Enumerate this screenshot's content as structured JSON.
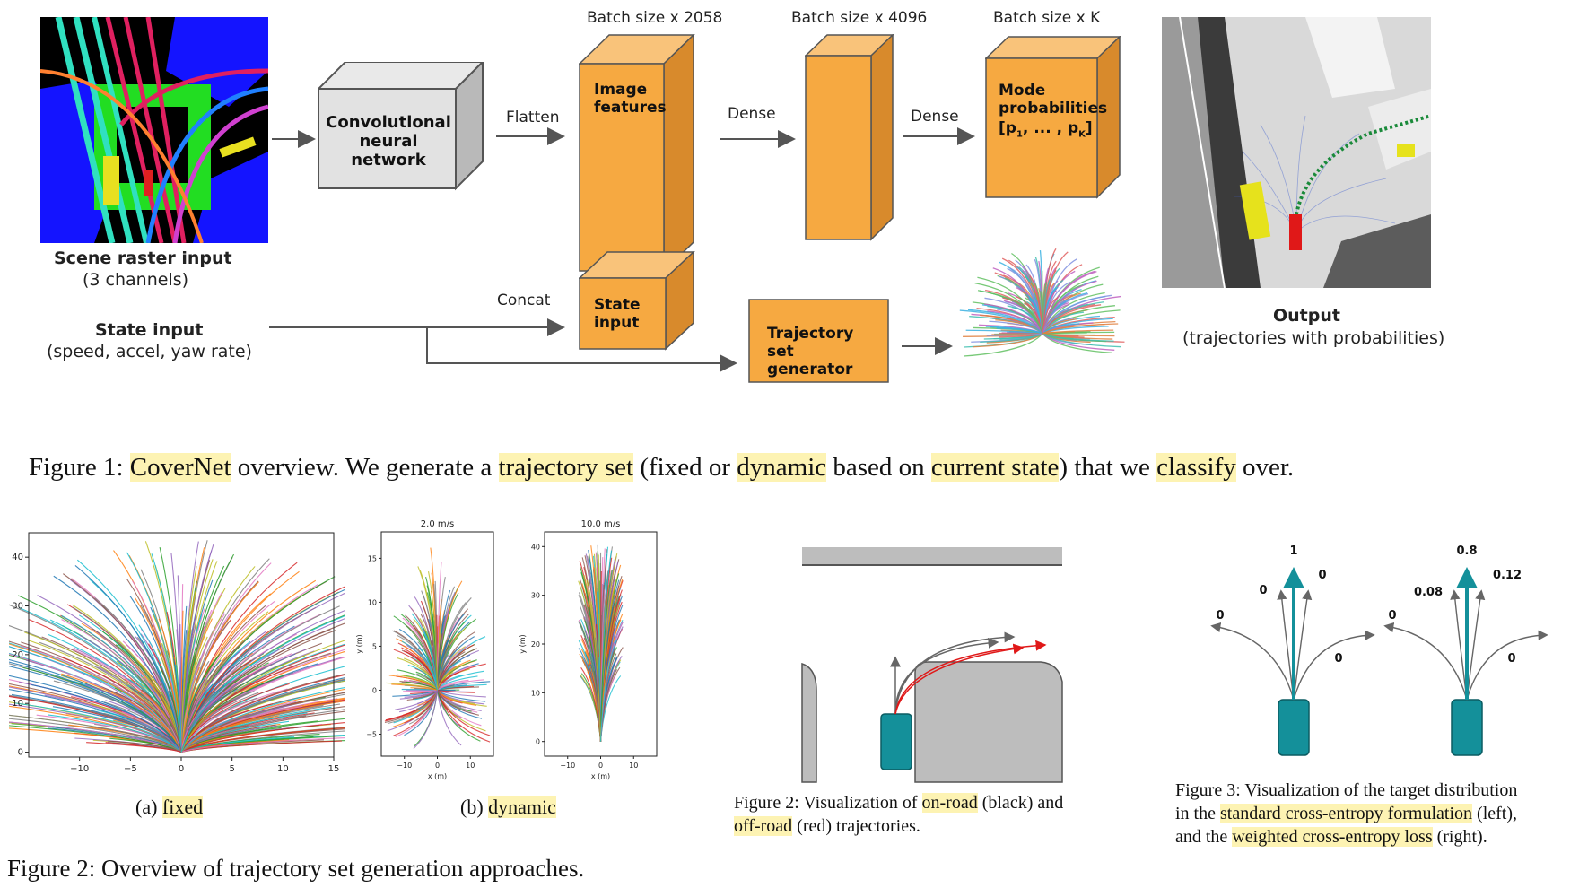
{
  "figure1": {
    "scene_label": "Scene raster input",
    "scene_sub": "(3 channels)",
    "state_label": "State input",
    "state_sub": "(speed, accel, yaw rate)",
    "cnn_label": "Convolutional neural network",
    "flatten": "Flatten",
    "concat": "Concat",
    "dense1": "Dense",
    "dense2": "Dense",
    "batch1": "Batch size x 2058",
    "batch2": "Batch size x 4096",
    "batch3": "Batch size x K",
    "image_features": "Image features",
    "state_input_box": "State input",
    "mode_prob": "Mode probabilities",
    "mode_formula": "[p",
    "mode_formula_1": "1",
    "mode_formula_mid": ", ... , p",
    "mode_formula_k": "K",
    "mode_formula_end": "]",
    "traj_gen": "Trajectory set generator",
    "output_label": "Output",
    "output_sub": "(trajectories with probabilities)",
    "caption": {
      "prefix": "Figure 1: ",
      "w1": "CoverNet",
      "t1": " overview.  We generate a ",
      "w2": "trajectory set",
      "t2": " (fixed or ",
      "w3": "dynamic",
      "t3": " based on ",
      "w4": "current state",
      "t4": ") that we ",
      "w5": "classify",
      "t5": " over."
    }
  },
  "fig2a": {
    "caption_prefix": "(a) ",
    "caption_word": "fixed",
    "xticks": [
      "−10",
      "−5",
      "0",
      "5",
      "10",
      "15"
    ],
    "yticks": [
      "0",
      "10",
      "20",
      "30",
      "40"
    ]
  },
  "fig2b": {
    "caption_prefix": "(b) ",
    "caption_word": "dynamic",
    "left_title": "2.0 m/s",
    "right_title": "10.0 m/s",
    "left_xticks": [
      "−10",
      "0",
      "10"
    ],
    "left_yticks": [
      "−5",
      "0",
      "5",
      "10",
      "15"
    ],
    "right_xticks": [
      "−10",
      "0",
      "10"
    ],
    "right_yticks": [
      "0",
      "10",
      "20",
      "30",
      "40"
    ],
    "xlabel": "x (m)",
    "ylabel": "y (m)"
  },
  "figure2_caption": "Figure 2: Overview of trajectory set generation approaches.",
  "fig2_right": {
    "t1": "Figure 2: Visualization of ",
    "w1": "on-road",
    "t2": " (black) and",
    "w2": "off-road",
    "t3": " (red) trajectories."
  },
  "fig3": {
    "left_labels": [
      "1",
      "0",
      "0",
      "0",
      "0"
    ],
    "right_labels": [
      "0.8",
      "0.08",
      "0.12",
      "0",
      "0"
    ],
    "t1": "Figure 3: Visualization of the target distribution",
    "t2": "in the ",
    "w1": "standard cross-entropy formulation",
    "t3": " (left),",
    "t4": "and the ",
    "w2": "weighted cross-entropy loss",
    "t5": " (right)."
  },
  "colors": {
    "orange": "#f6a941",
    "orange_side": "#d88a2c",
    "orange_top": "#f9c37a",
    "teal": "#14909a",
    "road_gray": "#bdbdbd"
  }
}
